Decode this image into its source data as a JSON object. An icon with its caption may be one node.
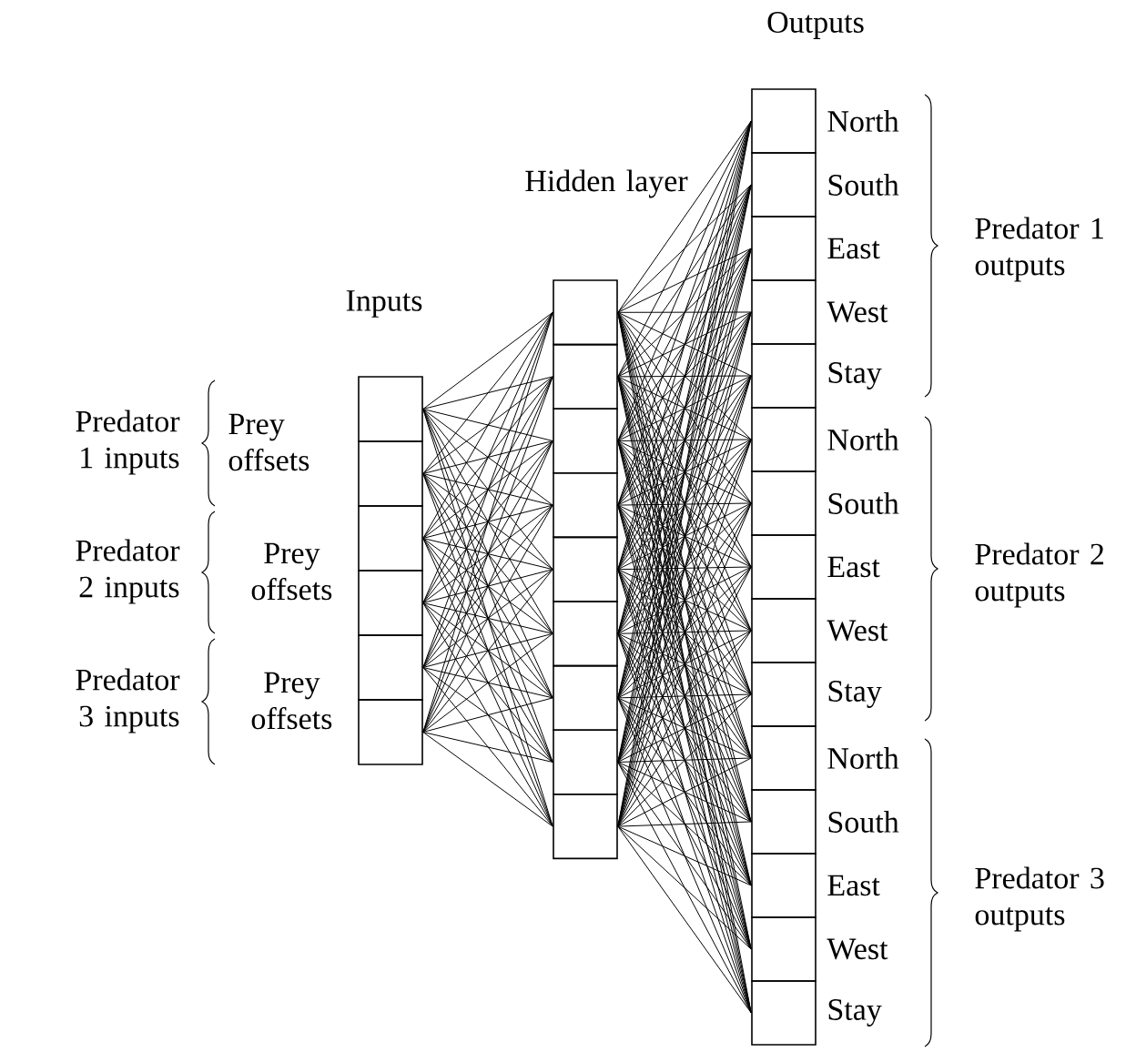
{
  "diagram": {
    "nodes": [
      {
        "text": [],
        "shape": "box"
      },
      {
        "text": [],
        "shape": "box"
      },
      {
        "text": [],
        "shape": "box"
      },
      {
        "text": [],
        "shape": "box"
      },
      {
        "text": [],
        "shape": "box"
      },
      {
        "text": [],
        "shape": "box"
      },
      {
        "text": [],
        "shape": "box"
      },
      {
        "text": [],
        "shape": "box"
      },
      {
        "text": [],
        "shape": "box"
      },
      {
        "text": [],
        "shape": "box"
      },
      {
        "text": [],
        "shape": "box"
      },
      {
        "text": [],
        "shape": "box"
      },
      {
        "text": [],
        "shape": "box"
      },
      {
        "text": [],
        "shape": "box"
      },
      {
        "text": [],
        "shape": "box"
      },
      {
        "text": [],
        "shape": "box",
        "beside": [
          "North"
        ]
      },
      {
        "text": [],
        "shape": "box",
        "beside": [
          "South"
        ]
      },
      {
        "text": [],
        "shape": "box",
        "beside": [
          "East"
        ]
      },
      {
        "text": [],
        "shape": "box",
        "beside": [
          "West"
        ]
      },
      {
        "text": [],
        "shape": "box",
        "beside": [
          "Stay"
        ]
      },
      {
        "text": [],
        "shape": "box",
        "beside": [
          "North"
        ]
      },
      {
        "text": [],
        "shape": "box",
        "beside": [
          "South"
        ]
      },
      {
        "text": [],
        "shape": "box",
        "beside": [
          "East"
        ]
      },
      {
        "text": [],
        "shape": "box",
        "beside": [
          "West"
        ]
      },
      {
        "text": [],
        "shape": "box",
        "beside": [
          "Stay"
        ]
      },
      {
        "text": [],
        "shape": "box",
        "beside": [
          "North"
        ]
      },
      {
        "text": [],
        "shape": "box",
        "beside": [
          "South"
        ]
      },
      {
        "text": [],
        "shape": "box",
        "beside": [
          "East"
        ]
      },
      {
        "text": [],
        "shape": "box",
        "beside": [
          "West"
        ]
      },
      {
        "text": [],
        "shape": "box",
        "beside": [
          "Stay"
        ]
      }
    ],
    "edges": [
      {
        "from": 0,
        "to": 6,
        "arrow": "none"
      },
      {
        "from": 0,
        "to": 7,
        "arrow": "none"
      },
      {
        "from": 0,
        "to": 8,
        "arrow": "none"
      },
      {
        "from": 0,
        "to": 9,
        "arrow": "none"
      },
      {
        "from": 0,
        "to": 10,
        "arrow": "none"
      },
      {
        "from": 0,
        "to": 11,
        "arrow": "none"
      },
      {
        "from": 0,
        "to": 12,
        "arrow": "none"
      },
      {
        "from": 0,
        "to": 13,
        "arrow": "none"
      },
      {
        "from": 0,
        "to": 14,
        "arrow": "none"
      },
      {
        "from": 1,
        "to": 6,
        "arrow": "none"
      },
      {
        "from": 1,
        "to": 7,
        "arrow": "none"
      },
      {
        "from": 1,
        "to": 8,
        "arrow": "none"
      },
      {
        "from": 1,
        "to": 9,
        "arrow": "none"
      },
      {
        "from": 1,
        "to": 10,
        "arrow": "none"
      },
      {
        "from": 1,
        "to": 11,
        "arrow": "none"
      },
      {
        "from": 1,
        "to": 12,
        "arrow": "none"
      },
      {
        "from": 1,
        "to": 13,
        "arrow": "none"
      },
      {
        "from": 1,
        "to": 14,
        "arrow": "none"
      },
      {
        "from": 2,
        "to": 6,
        "arrow": "none"
      },
      {
        "from": 2,
        "to": 7,
        "arrow": "none"
      },
      {
        "from": 2,
        "to": 8,
        "arrow": "none"
      },
      {
        "from": 2,
        "to": 9,
        "arrow": "none"
      },
      {
        "from": 2,
        "to": 10,
        "arrow": "none"
      },
      {
        "from": 2,
        "to": 11,
        "arrow": "none"
      },
      {
        "from": 2,
        "to": 12,
        "arrow": "none"
      },
      {
        "from": 2,
        "to": 13,
        "arrow": "none"
      },
      {
        "from": 2,
        "to": 14,
        "arrow": "none"
      },
      {
        "from": 3,
        "to": 6,
        "arrow": "none"
      },
      {
        "from": 3,
        "to": 7,
        "arrow": "none"
      },
      {
        "from": 3,
        "to": 8,
        "arrow": "none"
      },
      {
        "from": 3,
        "to": 9,
        "arrow": "none"
      },
      {
        "from": 3,
        "to": 10,
        "arrow": "none"
      },
      {
        "from": 3,
        "to": 11,
        "arrow": "none"
      },
      {
        "from": 3,
        "to": 12,
        "arrow": "none"
      },
      {
        "from": 3,
        "to": 13,
        "arrow": "none"
      },
      {
        "from": 3,
        "to": 14,
        "arrow": "none"
      },
      {
        "from": 4,
        "to": 6,
        "arrow": "none"
      },
      {
        "from": 4,
        "to": 7,
        "arrow": "none"
      },
      {
        "from": 4,
        "to": 8,
        "arrow": "none"
      },
      {
        "from": 4,
        "to": 9,
        "arrow": "none"
      },
      {
        "from": 4,
        "to": 10,
        "arrow": "none"
      },
      {
        "from": 4,
        "to": 11,
        "arrow": "none"
      },
      {
        "from": 4,
        "to": 12,
        "arrow": "none"
      },
      {
        "from": 4,
        "to": 13,
        "arrow": "none"
      },
      {
        "from": 4,
        "to": 14,
        "arrow": "none"
      },
      {
        "from": 5,
        "to": 6,
        "arrow": "none"
      },
      {
        "from": 5,
        "to": 7,
        "arrow": "none"
      },
      {
        "from": 5,
        "to": 8,
        "arrow": "none"
      },
      {
        "from": 5,
        "to": 9,
        "arrow": "none"
      },
      {
        "from": 5,
        "to": 10,
        "arrow": "none"
      },
      {
        "from": 5,
        "to": 11,
        "arrow": "none"
      },
      {
        "from": 5,
        "to": 12,
        "arrow": "none"
      },
      {
        "from": 5,
        "to": 13,
        "arrow": "none"
      },
      {
        "from": 5,
        "to": 14,
        "arrow": "none"
      },
      {
        "from": 6,
        "to": 15,
        "arrow": "none"
      },
      {
        "from": 6,
        "to": 16,
        "arrow": "none"
      },
      {
        "from": 6,
        "to": 17,
        "arrow": "none"
      },
      {
        "from": 6,
        "to": 18,
        "arrow": "none"
      },
      {
        "from": 6,
        "to": 19,
        "arrow": "none"
      },
      {
        "from": 6,
        "to": 20,
        "arrow": "none"
      },
      {
        "from": 6,
        "to": 21,
        "arrow": "none"
      },
      {
        "from": 6,
        "to": 22,
        "arrow": "none"
      },
      {
        "from": 6,
        "to": 23,
        "arrow": "none"
      },
      {
        "from": 6,
        "to": 24,
        "arrow": "none"
      },
      {
        "from": 6,
        "to": 25,
        "arrow": "none"
      },
      {
        "from": 6,
        "to": 26,
        "arrow": "none"
      },
      {
        "from": 6,
        "to": 27,
        "arrow": "none"
      },
      {
        "from": 6,
        "to": 28,
        "arrow": "none"
      },
      {
        "from": 6,
        "to": 29,
        "arrow": "none"
      },
      {
        "from": 7,
        "to": 15,
        "arrow": "none"
      },
      {
        "from": 7,
        "to": 16,
        "arrow": "none"
      },
      {
        "from": 7,
        "to": 17,
        "arrow": "none"
      },
      {
        "from": 7,
        "to": 18,
        "arrow": "none"
      },
      {
        "from": 7,
        "to": 19,
        "arrow": "none"
      },
      {
        "from": 7,
        "to": 20,
        "arrow": "none"
      },
      {
        "from": 7,
        "to": 21,
        "arrow": "none"
      },
      {
        "from": 7,
        "to": 22,
        "arrow": "none"
      },
      {
        "from": 7,
        "to": 23,
        "arrow": "none"
      },
      {
        "from": 7,
        "to": 24,
        "arrow": "none"
      },
      {
        "from": 7,
        "to": 25,
        "arrow": "none"
      },
      {
        "from": 7,
        "to": 26,
        "arrow": "none"
      },
      {
        "from": 7,
        "to": 27,
        "arrow": "none"
      },
      {
        "from": 7,
        "to": 28,
        "arrow": "none"
      },
      {
        "from": 7,
        "to": 29,
        "arrow": "none"
      },
      {
        "from": 8,
        "to": 15,
        "arrow": "none"
      },
      {
        "from": 8,
        "to": 16,
        "arrow": "none"
      },
      {
        "from": 8,
        "to": 17,
        "arrow": "none"
      },
      {
        "from": 8,
        "to": 18,
        "arrow": "none"
      },
      {
        "from": 8,
        "to": 19,
        "arrow": "none"
      },
      {
        "from": 8,
        "to": 20,
        "arrow": "none"
      },
      {
        "from": 8,
        "to": 21,
        "arrow": "none"
      },
      {
        "from": 8,
        "to": 22,
        "arrow": "none"
      },
      {
        "from": 8,
        "to": 23,
        "arrow": "none"
      },
      {
        "from": 8,
        "to": 24,
        "arrow": "none"
      },
      {
        "from": 8,
        "to": 25,
        "arrow": "none"
      },
      {
        "from": 8,
        "to": 26,
        "arrow": "none"
      },
      {
        "from": 8,
        "to": 27,
        "arrow": "none"
      },
      {
        "from": 8,
        "to": 28,
        "arrow": "none"
      },
      {
        "from": 8,
        "to": 29,
        "arrow": "none"
      },
      {
        "from": 9,
        "to": 15,
        "arrow": "none"
      },
      {
        "from": 9,
        "to": 16,
        "arrow": "none"
      },
      {
        "from": 9,
        "to": 17,
        "arrow": "none"
      },
      {
        "from": 9,
        "to": 18,
        "arrow": "none"
      },
      {
        "from": 9,
        "to": 19,
        "arrow": "none"
      },
      {
        "from": 9,
        "to": 20,
        "arrow": "none"
      },
      {
        "from": 9,
        "to": 21,
        "arrow": "none"
      },
      {
        "from": 9,
        "to": 22,
        "arrow": "none"
      },
      {
        "from": 9,
        "to": 23,
        "arrow": "none"
      },
      {
        "from": 9,
        "to": 24,
        "arrow": "none"
      },
      {
        "from": 9,
        "to": 25,
        "arrow": "none"
      },
      {
        "from": 9,
        "to": 26,
        "arrow": "none"
      },
      {
        "from": 9,
        "to": 27,
        "arrow": "none"
      },
      {
        "from": 9,
        "to": 28,
        "arrow": "none"
      },
      {
        "from": 9,
        "to": 29,
        "arrow": "none"
      },
      {
        "from": 10,
        "to": 15,
        "arrow": "none"
      },
      {
        "from": 10,
        "to": 16,
        "arrow": "none"
      },
      {
        "from": 10,
        "to": 17,
        "arrow": "none"
      },
      {
        "from": 10,
        "to": 18,
        "arrow": "none"
      },
      {
        "from": 10,
        "to": 19,
        "arrow": "none"
      },
      {
        "from": 10,
        "to": 20,
        "arrow": "none"
      },
      {
        "from": 10,
        "to": 21,
        "arrow": "none"
      },
      {
        "from": 10,
        "to": 22,
        "arrow": "none"
      },
      {
        "from": 10,
        "to": 23,
        "arrow": "none"
      },
      {
        "from": 10,
        "to": 24,
        "arrow": "none"
      },
      {
        "from": 10,
        "to": 25,
        "arrow": "none"
      },
      {
        "from": 10,
        "to": 26,
        "arrow": "none"
      },
      {
        "from": 10,
        "to": 27,
        "arrow": "none"
      },
      {
        "from": 10,
        "to": 28,
        "arrow": "none"
      },
      {
        "from": 10,
        "to": 29,
        "arrow": "none"
      },
      {
        "from": 11,
        "to": 15,
        "arrow": "none"
      },
      {
        "from": 11,
        "to": 16,
        "arrow": "none"
      },
      {
        "from": 11,
        "to": 17,
        "arrow": "none"
      },
      {
        "from": 11,
        "to": 18,
        "arrow": "none"
      },
      {
        "from": 11,
        "to": 19,
        "arrow": "none"
      },
      {
        "from": 11,
        "to": 20,
        "arrow": "none"
      },
      {
        "from": 11,
        "to": 21,
        "arrow": "none"
      },
      {
        "from": 11,
        "to": 22,
        "arrow": "none"
      },
      {
        "from": 11,
        "to": 23,
        "arrow": "none"
      },
      {
        "from": 11,
        "to": 24,
        "arrow": "none"
      },
      {
        "from": 11,
        "to": 25,
        "arrow": "none"
      },
      {
        "from": 11,
        "to": 26,
        "arrow": "none"
      },
      {
        "from": 11,
        "to": 27,
        "arrow": "none"
      },
      {
        "from": 11,
        "to": 28,
        "arrow": "none"
      },
      {
        "from": 11,
        "to": 29,
        "arrow": "none"
      },
      {
        "from": 12,
        "to": 15,
        "arrow": "none"
      },
      {
        "from": 12,
        "to": 16,
        "arrow": "none"
      },
      {
        "from": 12,
        "to": 17,
        "arrow": "none"
      },
      {
        "from": 12,
        "to": 18,
        "arrow": "none"
      },
      {
        "from": 12,
        "to": 19,
        "arrow": "none"
      },
      {
        "from": 12,
        "to": 20,
        "arrow": "none"
      },
      {
        "from": 12,
        "to": 21,
        "arrow": "none"
      },
      {
        "from": 12,
        "to": 22,
        "arrow": "none"
      },
      {
        "from": 12,
        "to": 23,
        "arrow": "none"
      },
      {
        "from": 12,
        "to": 24,
        "arrow": "none"
      },
      {
        "from": 12,
        "to": 25,
        "arrow": "none"
      },
      {
        "from": 12,
        "to": 26,
        "arrow": "none"
      },
      {
        "from": 12,
        "to": 27,
        "arrow": "none"
      },
      {
        "from": 12,
        "to": 28,
        "arrow": "none"
      },
      {
        "from": 12,
        "to": 29,
        "arrow": "none"
      },
      {
        "from": 13,
        "to": 15,
        "arrow": "none"
      },
      {
        "from": 13,
        "to": 16,
        "arrow": "none"
      },
      {
        "from": 13,
        "to": 17,
        "arrow": "none"
      },
      {
        "from": 13,
        "to": 18,
        "arrow": "none"
      },
      {
        "from": 13,
        "to": 19,
        "arrow": "none"
      },
      {
        "from": 13,
        "to": 20,
        "arrow": "none"
      },
      {
        "from": 13,
        "to": 21,
        "arrow": "none"
      },
      {
        "from": 13,
        "to": 22,
        "arrow": "none"
      },
      {
        "from": 13,
        "to": 23,
        "arrow": "none"
      },
      {
        "from": 13,
        "to": 24,
        "arrow": "none"
      },
      {
        "from": 13,
        "to": 25,
        "arrow": "none"
      },
      {
        "from": 13,
        "to": 26,
        "arrow": "none"
      },
      {
        "from": 13,
        "to": 27,
        "arrow": "none"
      },
      {
        "from": 13,
        "to": 28,
        "arrow": "none"
      },
      {
        "from": 13,
        "to": 29,
        "arrow": "none"
      },
      {
        "from": 14,
        "to": 15,
        "arrow": "none"
      },
      {
        "from": 14,
        "to": 16,
        "arrow": "none"
      },
      {
        "from": 14,
        "to": 17,
        "arrow": "none"
      },
      {
        "from": 14,
        "to": 18,
        "arrow": "none"
      },
      {
        "from": 14,
        "to": 19,
        "arrow": "none"
      },
      {
        "from": 14,
        "to": 20,
        "arrow": "none"
      },
      {
        "from": 14,
        "to": 21,
        "arrow": "none"
      },
      {
        "from": 14,
        "to": 22,
        "arrow": "none"
      },
      {
        "from": 14,
        "to": 23,
        "arrow": "none"
      },
      {
        "from": 14,
        "to": 24,
        "arrow": "none"
      },
      {
        "from": 14,
        "to": 25,
        "arrow": "none"
      },
      {
        "from": 14,
        "to": 26,
        "arrow": "none"
      },
      {
        "from": 14,
        "to": 27,
        "arrow": "none"
      },
      {
        "from": 14,
        "to": 28,
        "arrow": "none"
      },
      {
        "from": 14,
        "to": 29,
        "arrow": "none"
      }
    ],
    "labels": [
      "Outputs",
      "Hidden layer",
      "Inputs",
      "Predator 1 inputs",
      "Prey offsets",
      "Predator 2 inputs",
      "Prey offsets",
      "Predator 3 inputs",
      "Prey offsets",
      "Predator 1 outputs",
      "Predator 2 outputs",
      "Predator 3 outputs"
    ]
  }
}
